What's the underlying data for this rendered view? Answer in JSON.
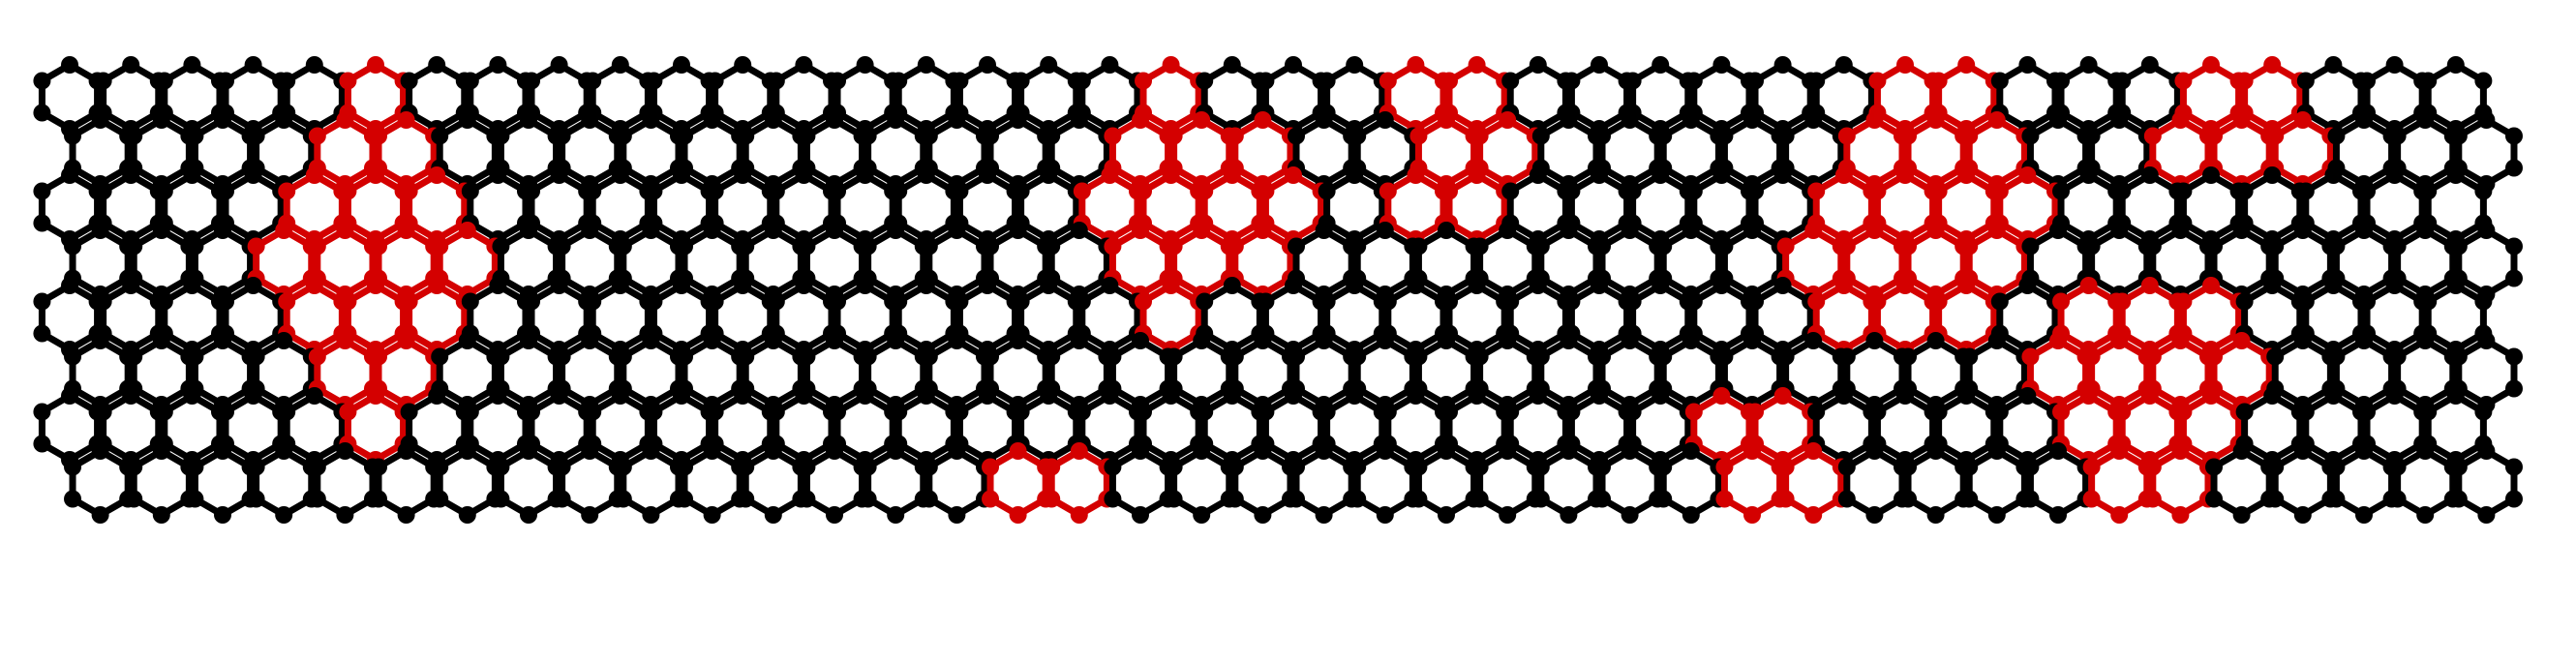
{
  "figure": {
    "background_color": "#ffffff",
    "lattice": "honeycomb",
    "lattice_color": "#000000",
    "highlight_color": "#d40000",
    "columns": 40,
    "rows": 8,
    "highlighted_regions": 8
  }
}
